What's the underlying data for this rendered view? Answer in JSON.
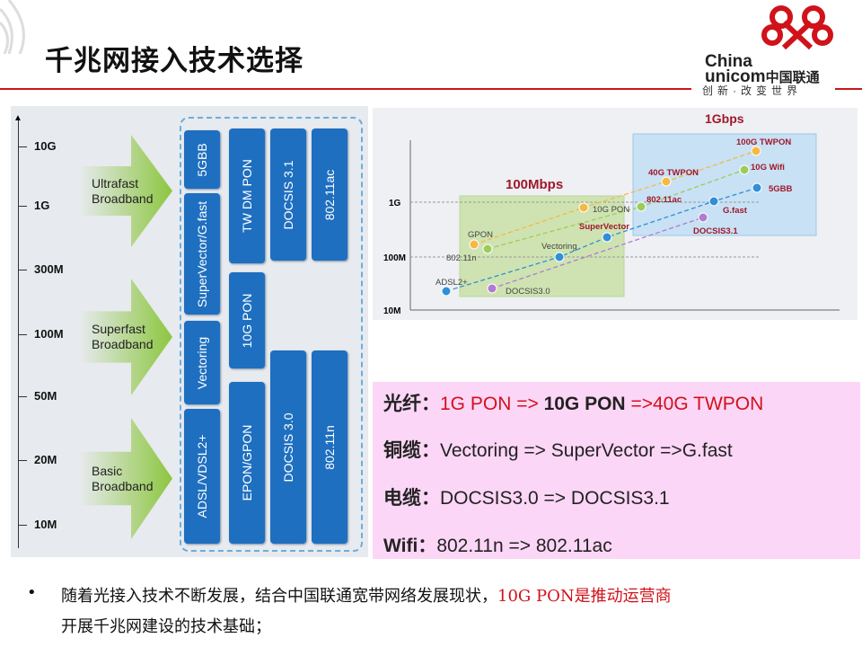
{
  "title": "千兆网接入技术选择",
  "logo": {
    "en1": "China",
    "en2": "unicom",
    "cn": "中国联通",
    "slogan": "创新·改变世界"
  },
  "axis_labels": [
    "10G",
    "1G",
    "300M",
    "100M",
    "50M",
    "20M",
    "10M"
  ],
  "arrows": [
    {
      "line1": "Ultrafast",
      "line2": "Broadband"
    },
    {
      "line1": "Superfast",
      "line2": "Broadband"
    },
    {
      "line1": "Basic",
      "line2": "Broadband"
    }
  ],
  "bars": [
    "5GBB",
    "SuperVector/G.fast",
    "Vectoring",
    "ADSL/VDSL2+",
    "TW DM PON",
    "10G PON",
    "EPON/GPON",
    "DOCSIS 3.1",
    "DOCSIS 3.0",
    "802.11ac",
    "802.11n"
  ],
  "chart": {
    "zone1": "100Mbps",
    "zone2": "1Gbps",
    "y_labels": [
      "1G",
      "100M",
      "10M"
    ],
    "points": [
      "ADSL2+",
      "DOCSIS3.0",
      "GPON",
      "802.11n",
      "Vectoring",
      "SuperVector",
      "10G PON",
      "802.11ac",
      "40G TWPON",
      "100G TWPON",
      "10G Wifi",
      "5GBB",
      "G.fast",
      "DOCSIS3.1"
    ],
    "colors": {
      "pon": "#f5b942",
      "wifi": "#9ccc5a",
      "copper": "#2f8fd8",
      "cable": "#b07cd0",
      "label": "#a0182a"
    }
  },
  "pink": [
    {
      "key": "光纤：",
      "a": "1G PON => ",
      "b": "10G PON",
      "c": " =>40G TWPON"
    },
    {
      "key": "铜缆：",
      "a": "Vectoring => SuperVector =>G.fast"
    },
    {
      "key": "电缆：",
      "a": "DOCSIS3.0 => DOCSIS3.1"
    },
    {
      "key": "Wifi：",
      "a": "802.11n => 802.11ac"
    }
  ],
  "bullet": {
    "black1": "随着光接入技术不断发展，结合中国联通宽带网络发展现状，",
    "red": "10G PON是推动运营商",
    "line2": "开展千兆网建设的技术基础；",
    "mark": "•"
  }
}
